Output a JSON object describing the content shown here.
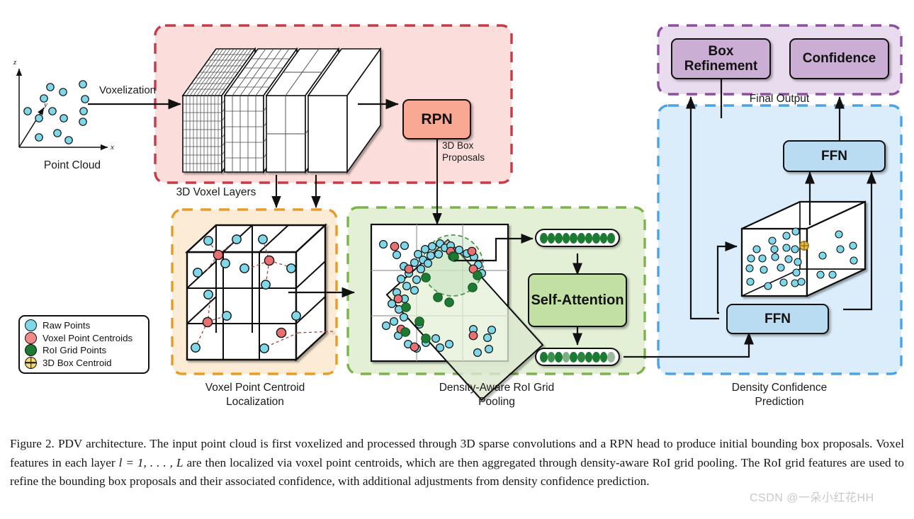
{
  "figure": {
    "title": "PDV architecture diagram",
    "caption_prefix": "Figure 2.",
    "caption": " PDV architecture. The input point cloud is first voxelized and processed through 3D sparse convolutions and a RPN head to produce initial bounding box proposals. Voxel features in each layer ",
    "caption_math": "l = 1, . . . , L",
    "caption_rest": " are then localized via voxel point centroids, which are then aggregated through density-aware RoI grid pooling. The RoI grid features are used to refine the bounding box proposals and their associated confidence, with additional adjustments from density confidence prediction.",
    "watermark": "CSDN @一朵小红花HH"
  },
  "pointcloud": {
    "label": "Point Cloud",
    "axes": {
      "z": "z",
      "y": "y",
      "x": "x"
    },
    "points": [
      [
        60,
        72
      ],
      [
        95,
        82
      ],
      [
        42,
        98
      ],
      [
        132,
        62
      ],
      [
        138,
        100
      ],
      [
        20,
        128
      ],
      [
        80,
        130
      ],
      [
        132,
        130
      ],
      [
        68,
        155
      ],
      [
        116,
        152
      ],
      [
        165,
        148
      ],
      [
        70,
        200
      ],
      [
        120,
        190
      ],
      [
        138,
        222
      ]
    ]
  },
  "arrows": {
    "voxelization": "Voxelization",
    "box_proposals": "3D Box\nProposals"
  },
  "sections": [
    {
      "name": "voxel-layers",
      "label": "3D Voxel Layers",
      "fill": "#fbdedb",
      "stroke": "#c63b48"
    },
    {
      "name": "voxel-point-centroid",
      "label": "Voxel Point Centroid\nLocalization",
      "fill": "#fcecd5",
      "stroke": "#e89c27"
    },
    {
      "name": "roi-grid-pooling",
      "label": "Density-Aware RoI Grid\nPooling",
      "fill": "#e3f0d6",
      "stroke": "#7cb34a"
    },
    {
      "name": "density-confidence",
      "label": "Density Confidence\nPrediction",
      "fill": "#dbedfa",
      "stroke": "#4ba3e3"
    },
    {
      "name": "final-output",
      "label": "Final Output",
      "fill": "#eadcef",
      "stroke": "#8e4fa0"
    }
  ],
  "nodes": {
    "rpn": {
      "label": "RPN",
      "fill": "#f9a894",
      "font_size": 21
    },
    "self_attention": {
      "label": "Self-Attention",
      "fill": "#c3e0a4",
      "font_size": 20
    },
    "ffn_top": {
      "label": "FFN",
      "fill": "#b9dcf2",
      "font_size": 19
    },
    "ffn_bottom": {
      "label": "FFN",
      "fill": "#b9dcf2",
      "font_size": 19
    },
    "box_refinement": {
      "label": "Box\nRefinement",
      "fill": "#cbaed3",
      "font_size": 19
    },
    "confidence": {
      "label": "Confidence",
      "fill": "#cbaed3",
      "font_size": 19
    }
  },
  "legend": {
    "items": [
      {
        "label": "Raw Points",
        "color": "#7fd8ea",
        "shape": "circle"
      },
      {
        "label": "Voxel Point Centroids",
        "color": "#f08a8a",
        "shape": "circle"
      },
      {
        "label": "RoI Grid Points",
        "color": "#1c7a33",
        "shape": "circle"
      },
      {
        "label": "3D Box Centroid",
        "color": "#f4da6e",
        "shape": "crossed-circle"
      }
    ]
  },
  "feature_vectors": {
    "pre_attention": {
      "name": "grid-feature-vector",
      "dots": [
        "#1c7a33",
        "#1c7a33",
        "#1c7a33",
        "#1c7a33",
        "#1c7a33",
        "#1c7a33",
        "#1c7a33",
        "#1c7a33",
        "#1c7a33",
        "#1c7a33"
      ]
    },
    "post_attention": {
      "name": "attended-feature-vector",
      "dots": [
        "#1c7a33",
        "#3f9050",
        "#1c7a33",
        "#7fae83",
        "#1c7a33",
        "#2d8440",
        "#1c7a33",
        "#1c7a33",
        "#1c7a33",
        "#9bb99c"
      ]
    }
  },
  "voxel_layers": {
    "name": "3d-voxel-layers",
    "slabs": [
      {
        "cols": 11,
        "rows": 9,
        "depth_cols": 8
      },
      {
        "cols": 5,
        "rows": 5,
        "depth_cols": 4
      },
      {
        "cols": 2,
        "rows": 2,
        "depth_cols": 2
      },
      {
        "cols": 1,
        "rows": 1,
        "depth_cols": 1
      }
    ]
  },
  "voxel_cube": {
    "name": "voxel-grid-cube",
    "grid": 3,
    "raw_points": [
      [
        60,
        70
      ],
      [
        110,
        62
      ],
      [
        170,
        66
      ],
      [
        95,
        118
      ],
      [
        32,
        140
      ],
      [
        148,
        138
      ],
      [
        205,
        140
      ],
      [
        185,
        190
      ],
      [
        62,
        228
      ],
      [
        105,
        290
      ],
      [
        128,
        270
      ],
      [
        218,
        268
      ],
      [
        28,
        345
      ],
      [
        178,
        350
      ]
    ],
    "centroids": [
      [
        88,
        108
      ],
      [
        182,
        128
      ],
      [
        62,
        300
      ],
      [
        196,
        320
      ]
    ]
  },
  "roi_grid": {
    "name": "roi-grid-region",
    "grid": 3,
    "ball_query_radius": 46
  },
  "box_cube": {
    "name": "density-box-cube",
    "centroid_marker": "3D Box Centroid"
  }
}
